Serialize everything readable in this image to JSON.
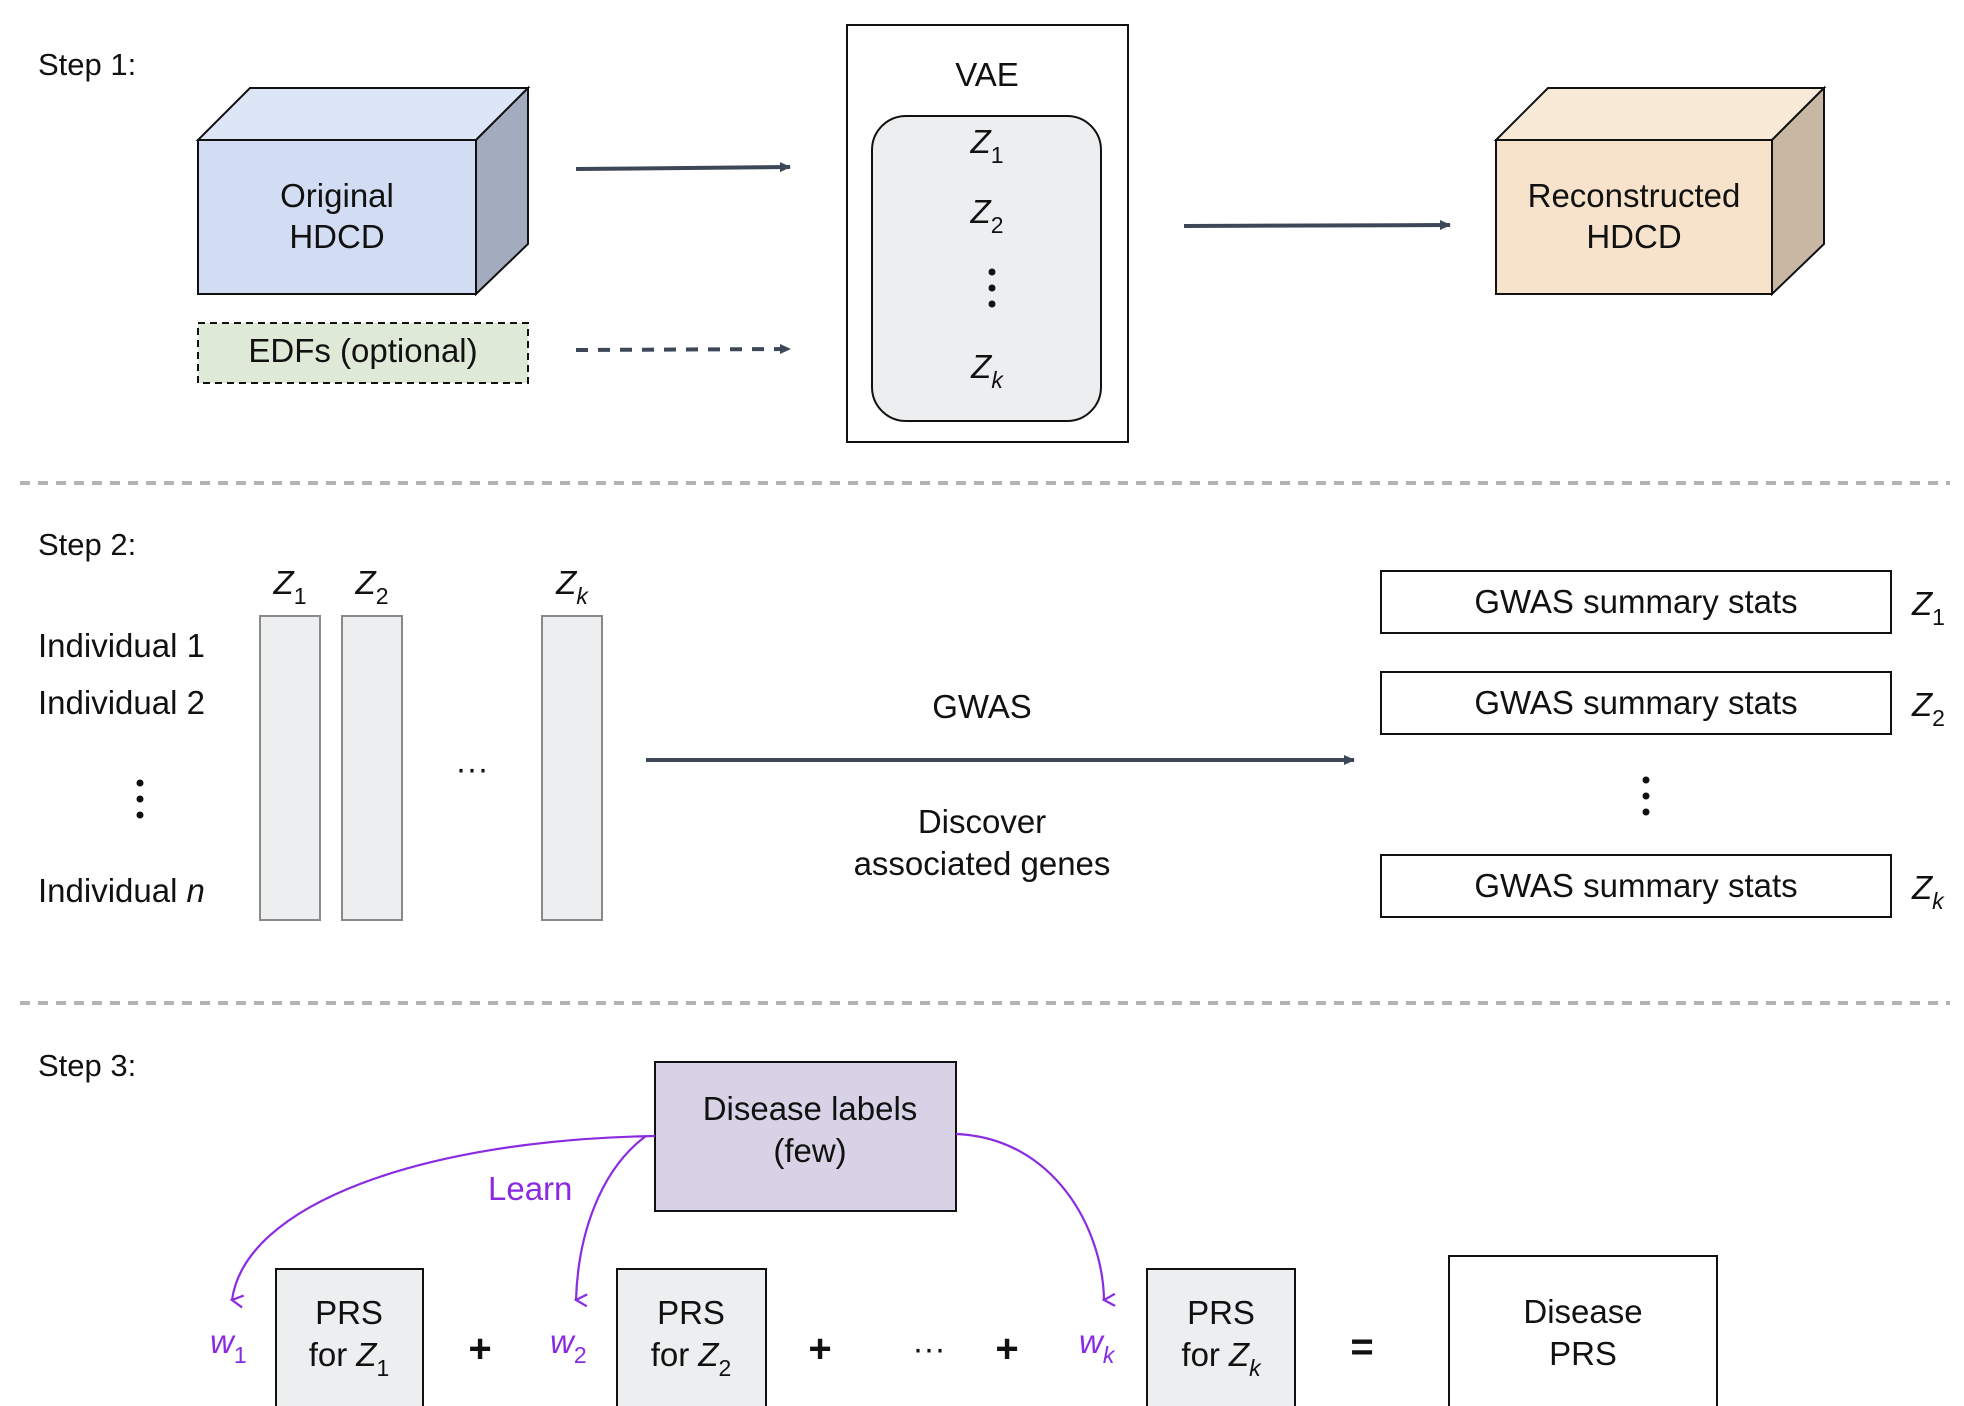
{
  "colors": {
    "original_front": "#d2ddf4",
    "original_top": "#dde6f7",
    "original_side": "#a2acbe",
    "edf_fill": "#dfe9d8",
    "recon_front": "#f7e3cb",
    "recon_top": "#f9ead8",
    "recon_side": "#c8b7a3",
    "latent_fill": "#eceef0",
    "arrow": "#3d4757",
    "disease_fill": "#d8d2e6",
    "learn_purple": "#8a2be2",
    "divider": "#b3b3b3"
  },
  "step1": {
    "label": "Step 1:",
    "original": {
      "line1": "Original",
      "line2": "HDCD"
    },
    "edfs": "EDFs (optional)",
    "vae": {
      "title": "VAE",
      "z_var": "Z",
      "z1_sub": "1",
      "z2_sub": "2",
      "zk_sub": "k",
      "dots": "⋮"
    },
    "reconstructed": {
      "line1": "Reconstructed",
      "line2": "HDCD"
    }
  },
  "step2": {
    "label": "Step 2:",
    "individuals": [
      "Individual 1",
      "Individual 2",
      "Individual"
    ],
    "individual_n": "n",
    "vdots": "⋮",
    "columns": {
      "z_var": "Z",
      "z1_sub": "1",
      "z2_sub": "2",
      "zk_sub": "k",
      "hdots": "···"
    },
    "arrow_top": "GWAS",
    "arrow_bottom_line1": "Discover",
    "arrow_bottom_line2": "associated genes",
    "gwas_box": "GWAS summary stats",
    "gwas_vdots": "⋮",
    "gwas_labels": {
      "z_var": "Z",
      "z1_sub": "1",
      "z2_sub": "2",
      "zk_sub": "k"
    }
  },
  "step3": {
    "label": "Step 3:",
    "disease_labels": {
      "line1": "Disease labels",
      "line2": "(few)"
    },
    "learn": "Learn",
    "weights": {
      "w_var": "w",
      "w1_sub": "1",
      "w2_sub": "2",
      "wk_sub": "k"
    },
    "prs": {
      "line1": "PRS",
      "line2": "for",
      "z_var": "Z",
      "z1_sub": "1",
      "z2_sub": "2",
      "zk_sub": "k"
    },
    "plus": "+",
    "hdots": "···",
    "equals": "=",
    "disease_prs": {
      "line1": "Disease",
      "line2": "PRS"
    }
  }
}
